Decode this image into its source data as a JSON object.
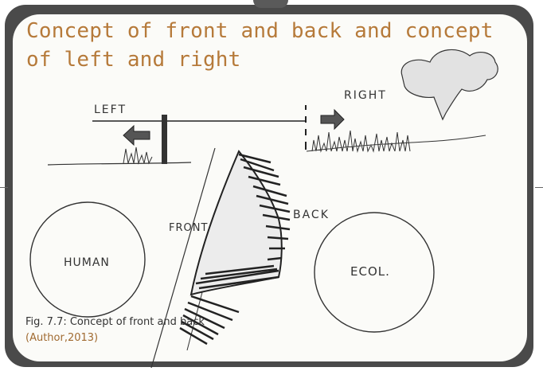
{
  "slide": {
    "title": "Concept of front and back and concept of left and right"
  },
  "sketch": {
    "labels": {
      "left": "LEFT",
      "right": "RIGHT",
      "front": "FRONT",
      "back": "BACK",
      "human": "HUMAN",
      "ecol": "ECOL."
    }
  },
  "caption": {
    "text": "Fig. 7.7: Concept of front and back",
    "citation": "(Author,2013)"
  },
  "colors": {
    "title": "#b67a3a",
    "citation": "#a06a30",
    "frame": "#4a4a4a",
    "card": "#fbfbf8"
  }
}
